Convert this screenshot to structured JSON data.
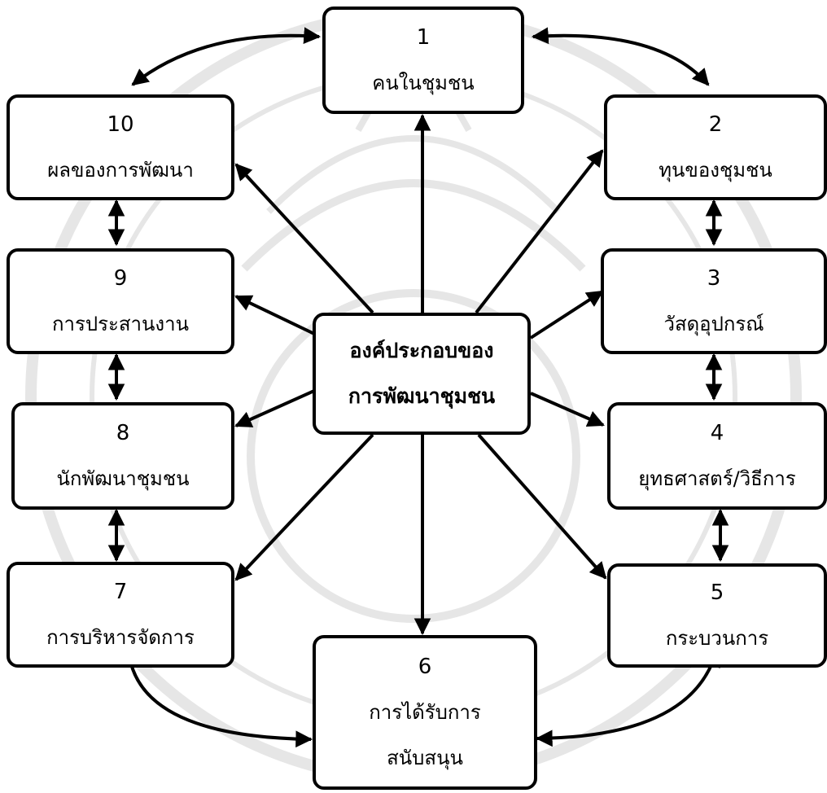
{
  "diagram": {
    "center": {
      "line1": "องค์ประกอบของ",
      "line2": "การพัฒนาชุมชน"
    },
    "nodes": [
      {
        "number": "1",
        "line1": "คนในชุมชน"
      },
      {
        "number": "2",
        "line1": "ทุนของชุมชน"
      },
      {
        "number": "3",
        "line1": "วัสดุอุปกรณ์"
      },
      {
        "number": "4",
        "line1": "ยุทธศาสตร์/วิธีการ"
      },
      {
        "number": "5",
        "line1": "กระบวนการ"
      },
      {
        "number": "6",
        "line1": "การได้รับการ",
        "line2": "สนับสนุน"
      },
      {
        "number": "7",
        "line1": "การบริหารจัดการ"
      },
      {
        "number": "8",
        "line1": "นักพัฒนาชุมชน"
      },
      {
        "number": "9",
        "line1": "การประสานงาน"
      },
      {
        "number": "10",
        "line1": "ผลของการพัฒนา"
      }
    ]
  },
  "colors": {
    "stroke": "#000000",
    "background": "#ffffff",
    "watermark": "#e6e6e6"
  }
}
